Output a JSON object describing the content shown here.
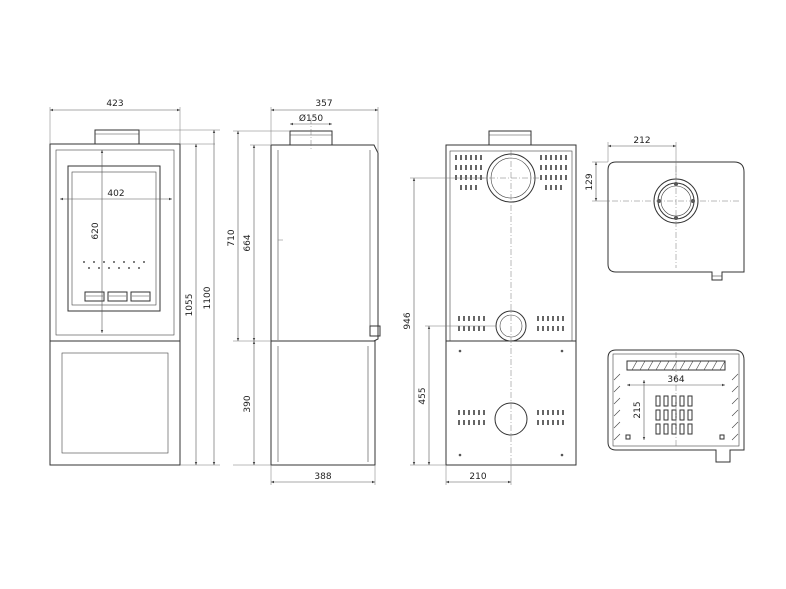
{
  "dimensions": {
    "front_width": "423",
    "front_window_width": "402",
    "front_window_height": "620",
    "front_height_top": "1055",
    "front_height_total": "1100",
    "side_depth_top": "357",
    "flue_diameter": "Ø150",
    "side_height_710": "710",
    "side_height_664": "664",
    "side_height_390": "390",
    "side_depth_base": "388",
    "back_height_946": "946",
    "back_height_455": "455",
    "back_width_210": "210",
    "top_offset_212": "212",
    "top_offset_129": "129",
    "base_width_364": "364",
    "base_depth_215": "215"
  },
  "colors": {
    "line": "#333333",
    "text": "#222222",
    "background": "#ffffff"
  }
}
